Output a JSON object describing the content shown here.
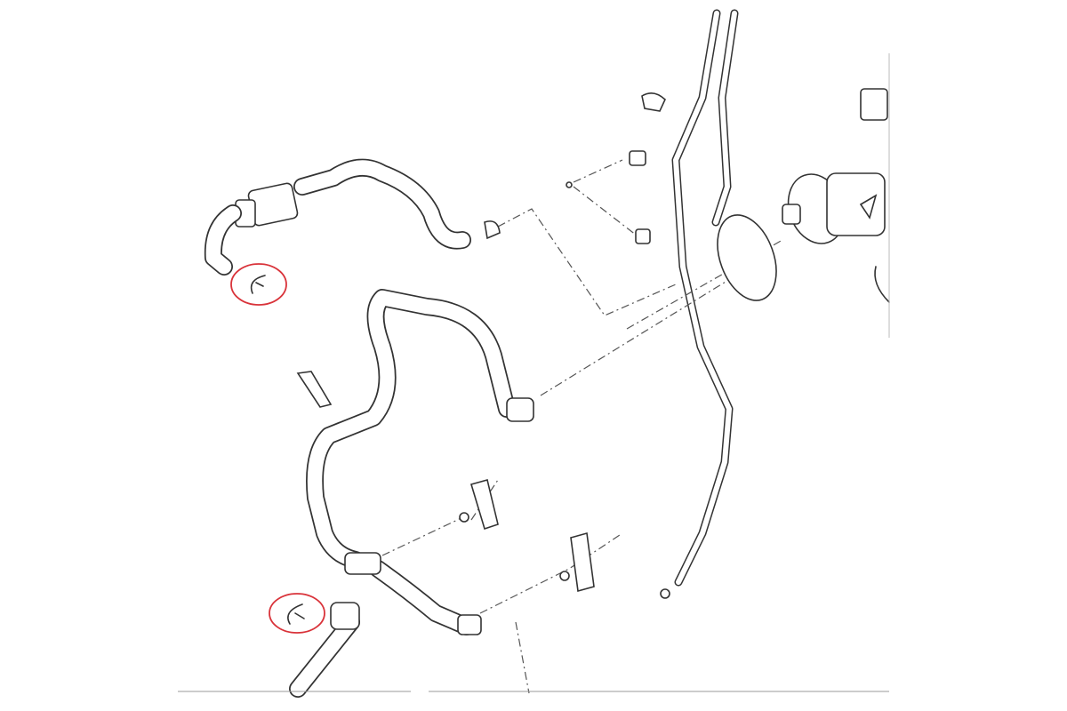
{
  "diagram": {
    "type": "exploded-parts-diagram",
    "highlight_color": "#d9333a",
    "line_color": "#333333",
    "highlighted_parts": [
      "retaining-clip-upper",
      "retaining-clip-lower"
    ]
  }
}
